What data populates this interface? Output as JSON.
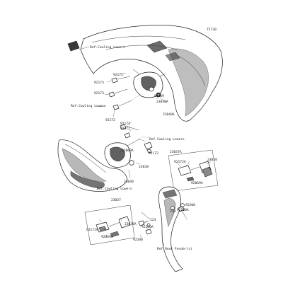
{
  "diagram_id": "72730",
  "callouts": {
    "c92172_a": "92172",
    "c92173_a": "92173",
    "c92173_b": "92173",
    "c92172_b": "92172",
    "c92069": "92069",
    "c23038a_a": "23038A",
    "c23040a": "23040A",
    "c92173_c": "92173",
    "c92172_c": "92172",
    "c92069a": "92069A",
    "c92172_d": "92172",
    "c23038": "23038",
    "c23040": "23040",
    "c23037a": "23037A",
    "c92172a_a": "92172A",
    "c23038_b": "23038",
    "c92069a_b": "92069A",
    "c224_a": "224",
    "c92200a": "92200A",
    "c92200_a": "92200",
    "c23037": "23037",
    "c92172a_b": "92172A",
    "c23038a_b": "23038A",
    "c92069a_c": "92069A",
    "c224_b": "224",
    "c92200a_b": "92200A",
    "c92200_b": "92200"
  },
  "references": {
    "cowling_lowers_1": "Ref.Cowling Lowers",
    "cowling_lowers_2": "Ref.Cowling Lowers",
    "cowling_lowers_3": "Ref.Cowling Lowers",
    "cowling_lowers_4": "Ref.Cowling Lowers",
    "rear_fender": "Ref.Rear Fender(s)"
  }
}
